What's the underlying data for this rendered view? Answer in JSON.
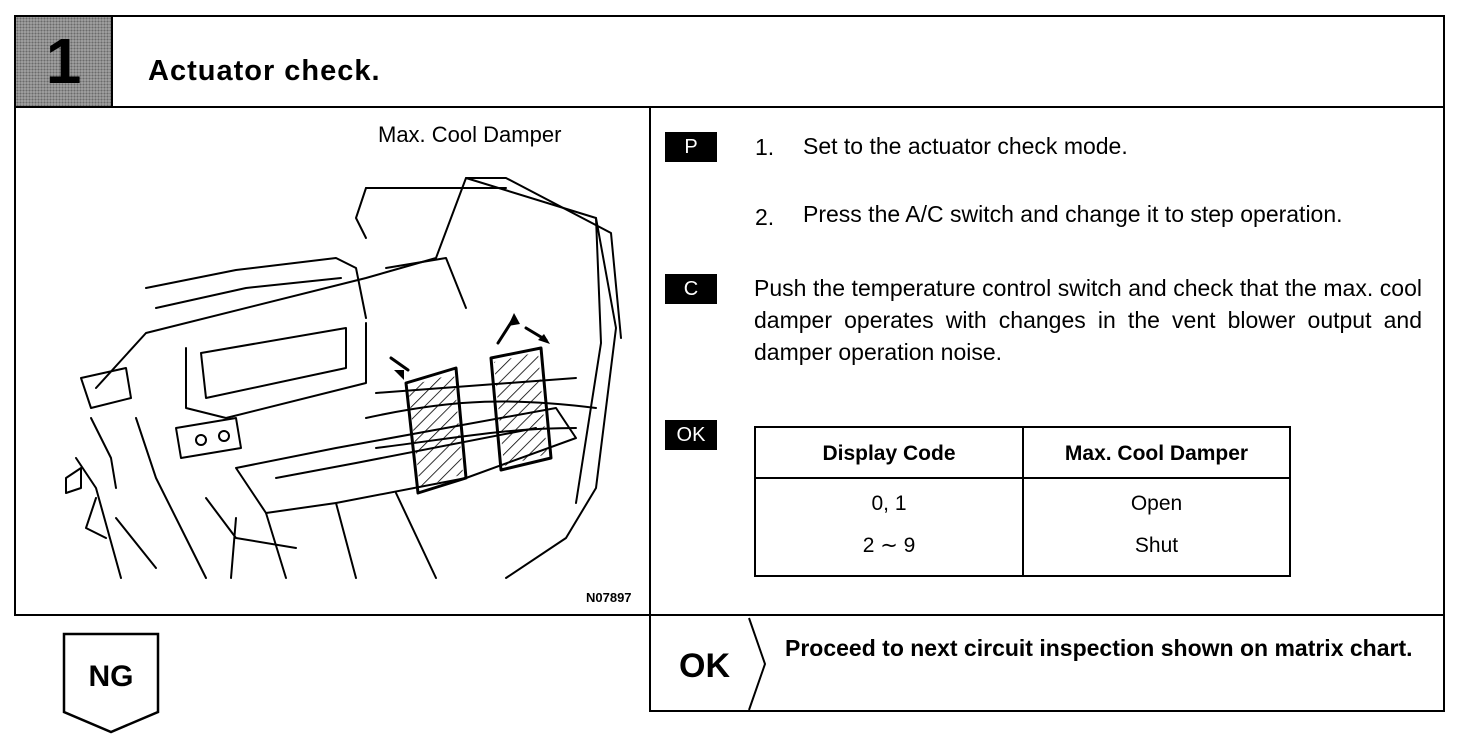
{
  "header": {
    "step_number": "1",
    "title": "Actuator check."
  },
  "figure": {
    "label": "Max. Cool Damper",
    "code": "N07897"
  },
  "instructions": {
    "prep_badge": "P",
    "steps": [
      {
        "num": "1.",
        "text": "Set to the actuator check mode."
      },
      {
        "num": "2.",
        "text": "Press the A/C switch and change it to step operation."
      }
    ],
    "check_badge": "C",
    "check_text": "Push the temperature control switch and check that the max. cool damper operates with changes in the vent blower output and damper operation noise.",
    "ok_badge": "OK"
  },
  "table": {
    "headers": [
      "Display Code",
      "Max. Cool Damper"
    ],
    "rows": [
      [
        "0, 1",
        "Open"
      ],
      [
        "2 ∼ 9",
        "Shut"
      ]
    ]
  },
  "result_ok": {
    "label": "OK",
    "text": "Proceed to next circuit inspection shown on matrix chart."
  },
  "result_ng": {
    "label": "NG"
  }
}
